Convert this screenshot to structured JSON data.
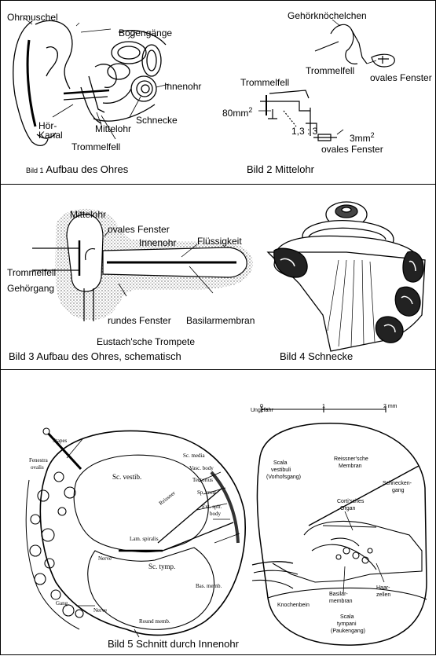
{
  "panel1": {
    "caption_prefix": "Bild 1",
    "caption_text": "Aufbau des Ohres",
    "labels": {
      "ohrmuschel": "Ohrmuschel",
      "bogengaenge": "Bogengänge",
      "innenohr": "Innenohr",
      "hoer": "Hör-",
      "kanal": "Kanal",
      "mittelohr": "Mittelohr",
      "schnecke": "Schnecke",
      "trommelfell": "Trommelfell"
    }
  },
  "panel2": {
    "caption": "Bild 2  Mittelohr",
    "labels": {
      "gehoerknoechelchen": "Gehörknöchelchen",
      "trommelfell_top": "Trommelfell",
      "ovales_fenster_top": "ovales Fenster",
      "trommelfell_left": "Trommelfell",
      "area_left": "80mm",
      "area_left_exp": "2",
      "ratio": "1,3 : 3",
      "area_right": "3mm",
      "area_right_exp": "2",
      "ovales_fenster_bottom": "ovales Fenster"
    }
  },
  "panel3": {
    "caption": "Bild 3  Aufbau des Ohres, schematisch",
    "labels": {
      "mittelohr": "Mittelohr",
      "ovales_fenster": "ovales Fenster",
      "innenohr": "Innenohr",
      "fluessigkeit": "Flüssigkeit",
      "trommelfell": "Trommelfell",
      "gehoergang": "Gehörgang",
      "rundes_fenster": "rundes Fenster",
      "basilarmembran": "Basilarmembran",
      "eustach": "Eustach'sche Trompete"
    }
  },
  "panel4": {
    "caption": "Bild 4  Schnecke"
  },
  "panel5": {
    "caption": "Bild 5  Schnitt durch Innenohr",
    "left_labels": {
      "stapes": "Stapes",
      "fenestra1": "Fenestra",
      "fenestra2": "ovalis",
      "sc_media": "Sc. media",
      "vasc_body": "Vasc. body",
      "tectorius": "Tectorius",
      "sp_crest": "Sp. crest",
      "ext_spir1": "Ext. spir.",
      "ext_spir2": "body",
      "sc_vestib": "Sc. vestib.",
      "reissner": "Reissner",
      "lam_spiralis": "Lam. spiralis",
      "nerve_inner": "Nerve",
      "sc_tymp": "Sc. tymp.",
      "bas_memb": "Bas. memb.",
      "gang": "Gang.",
      "nerve_outer": "Nerve",
      "round_memb": "Round memb."
    },
    "scale": {
      "label": "Ungefähr",
      "tick0": "0",
      "tick1": "1",
      "tick2": "2 mm"
    },
    "right_labels": {
      "scala_vestibuli_1": "Scala",
      "scala_vestibuli_2": "vestibuli",
      "scala_vestibuli_3": "(Vorhofsgang)",
      "reissner_1": "Reissner'sche",
      "reissner_2": "Membran",
      "schneckengang_1": "Schnecken-",
      "schneckengang_2": "gang",
      "corti_1": "Corti'sches",
      "corti_2": "Organ",
      "basilar_1": "Basilar-",
      "basilar_2": "membran",
      "haarzellen_1": "Haar-",
      "haarzellen_2": "zellen",
      "knochenbein": "Knochenbein",
      "scala_tympani_1": "Scala",
      "scala_tympani_2": "tympani",
      "scala_tympani_3": "(Paukengang)"
    }
  }
}
